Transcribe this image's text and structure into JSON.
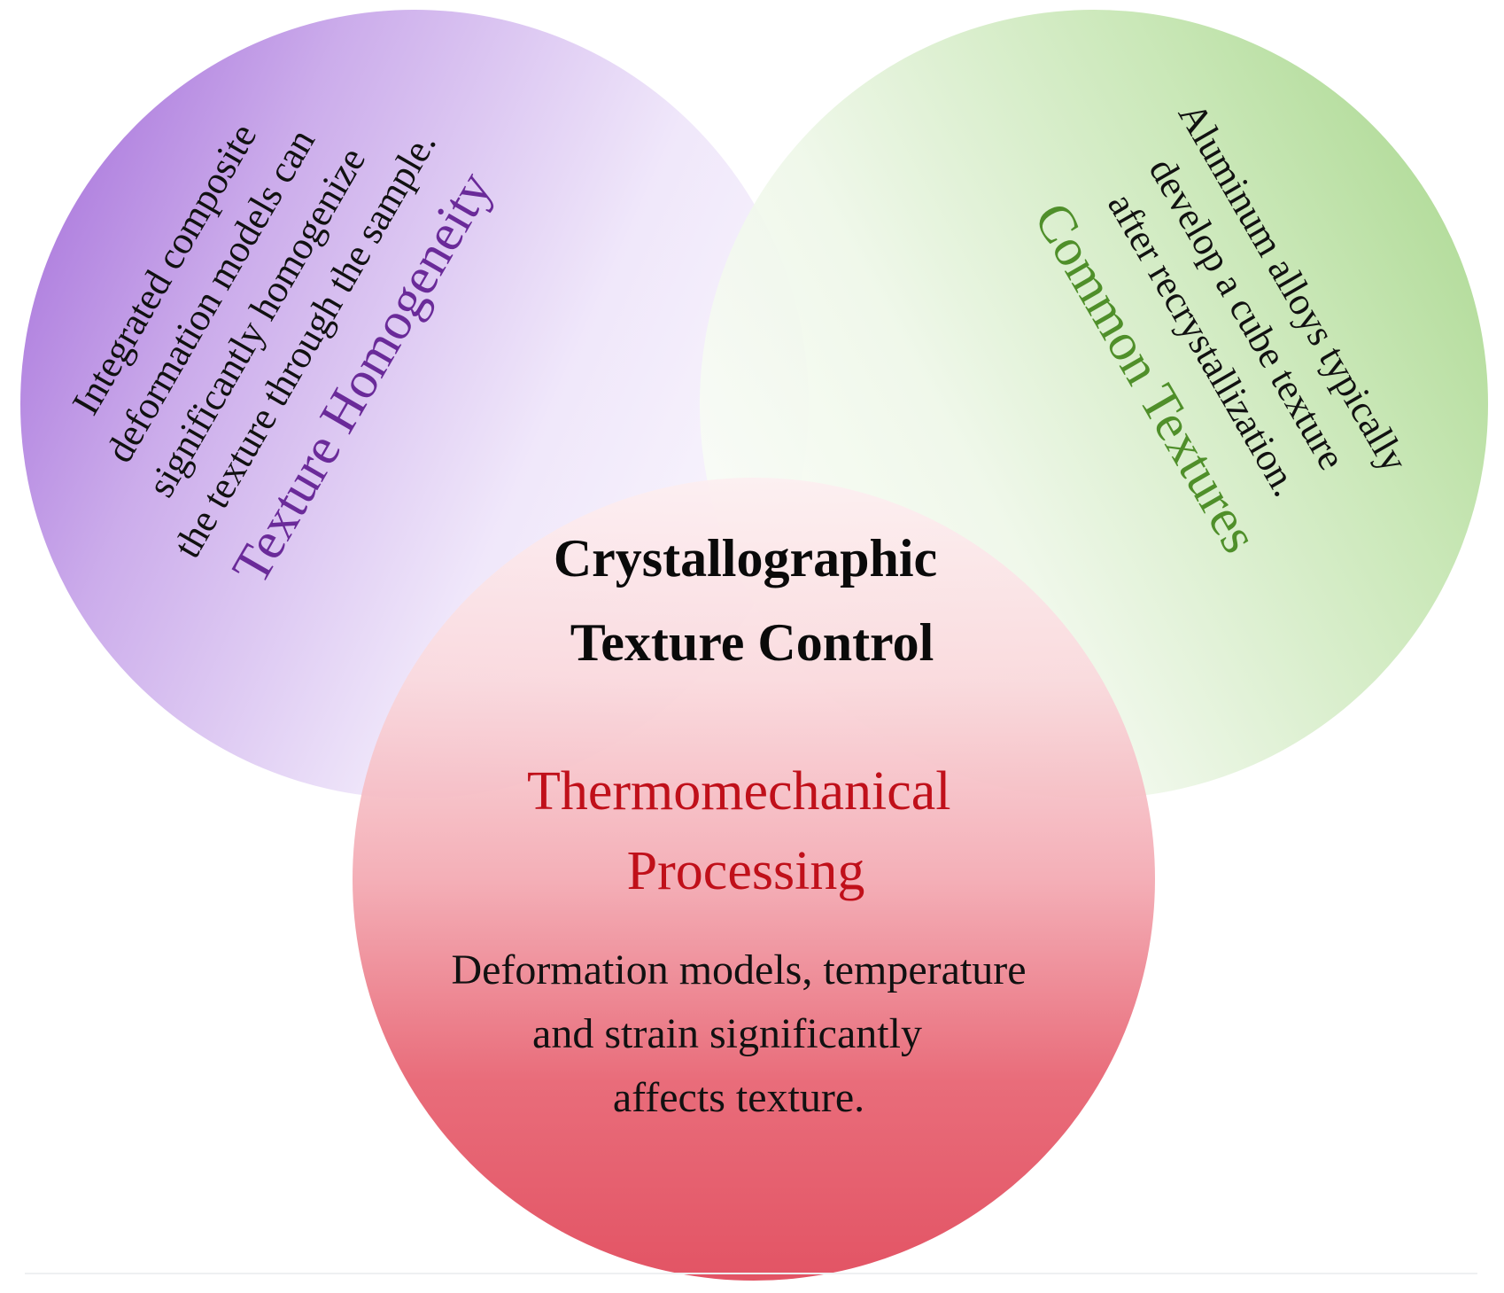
{
  "title": {
    "line1": "Crystallographic",
    "line2": "Texture Control"
  },
  "left_circle": {
    "heading": "Texture Homogeneity",
    "body_lines": [
      "Integrated composite",
      "deformation models can",
      "significantly homogenize",
      "the texture through the sample."
    ],
    "color": "#a46ed8",
    "heading_color": "#6a2a99"
  },
  "right_circle": {
    "heading": "Common Textures",
    "body_lines": [
      "Aluminum alloys typically",
      "develop a cube texture",
      "after recrystallization."
    ],
    "color": "#a8d88f",
    "heading_color": "#4f8f2a"
  },
  "bottom_circle": {
    "heading_lines": [
      "Thermomechanical",
      "Processing"
    ],
    "body_lines": [
      "Deformation models, temperature",
      "and strain significantly",
      "affects texture."
    ],
    "color": "#e04a5c",
    "heading_color": "#c0101a"
  }
}
